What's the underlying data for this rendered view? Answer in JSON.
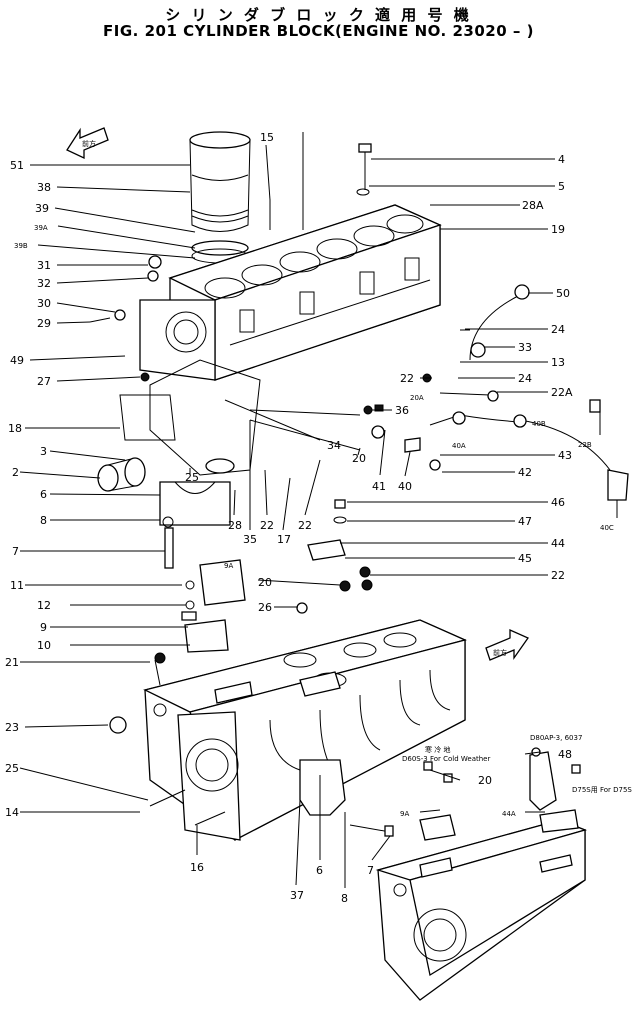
{
  "title_jp": "シ リ ン ダ ブ ロ ッ ク 適 用 号 機",
  "title_en": "FIG. 201 CYLINDER BLOCK(ENGINE NO. 23020 – )",
  "arrow_left_text": "前方",
  "arrow_right_text": "前方",
  "note_cold": "D60S-3 For Cold Weather",
  "note_cold_jp": "寒 冷 地",
  "note_d80": "D80AP-3, 6037",
  "note_d75": "D75S用 For D75S",
  "labels": {
    "l51": "51",
    "l38": "38",
    "l39": "39",
    "l39a": "39A",
    "l39b": "39B",
    "l31": "31",
    "l32": "32",
    "l30": "30",
    "l29": "29",
    "l49": "49",
    "l27": "27",
    "l18": "18",
    "l3": "3",
    "l2": "2",
    "l6": "6",
    "l8": "8",
    "l7": "7",
    "l11": "11",
    "l12": "12",
    "l9": "9",
    "l10": "10",
    "l21": "21",
    "l23": "23",
    "l25": "25",
    "l14": "14",
    "l16": "16",
    "l37": "37",
    "l6b": "6",
    "l8b": "8",
    "l7b": "7",
    "l15": "15",
    "l4": "4",
    "l5": "5",
    "l28a": "28A",
    "l19": "19",
    "l50": "50",
    "l24": "24",
    "l33": "33",
    "l13": "13",
    "l24b": "24",
    "l22a": "22A",
    "l22": "22",
    "l22b": "22B",
    "l36": "36",
    "l20a": "20A",
    "l40b": "40B",
    "l40a": "40A",
    "l43": "43",
    "l42": "42",
    "l40c": "40C",
    "l40": "40",
    "l41": "41",
    "l20": "20",
    "l34": "34",
    "l25b": "25",
    "l28": "28",
    "l22c": "22",
    "l35": "35",
    "l17": "17",
    "l22d": "22",
    "l46": "46",
    "l47": "47",
    "l44": "44",
    "l45": "45",
    "l22e": "22",
    "l20b": "20",
    "l26": "26",
    "l9a": "9A",
    "l48": "48",
    "l20c": "20",
    "l9ab": "9A",
    "l44a": "44A"
  }
}
